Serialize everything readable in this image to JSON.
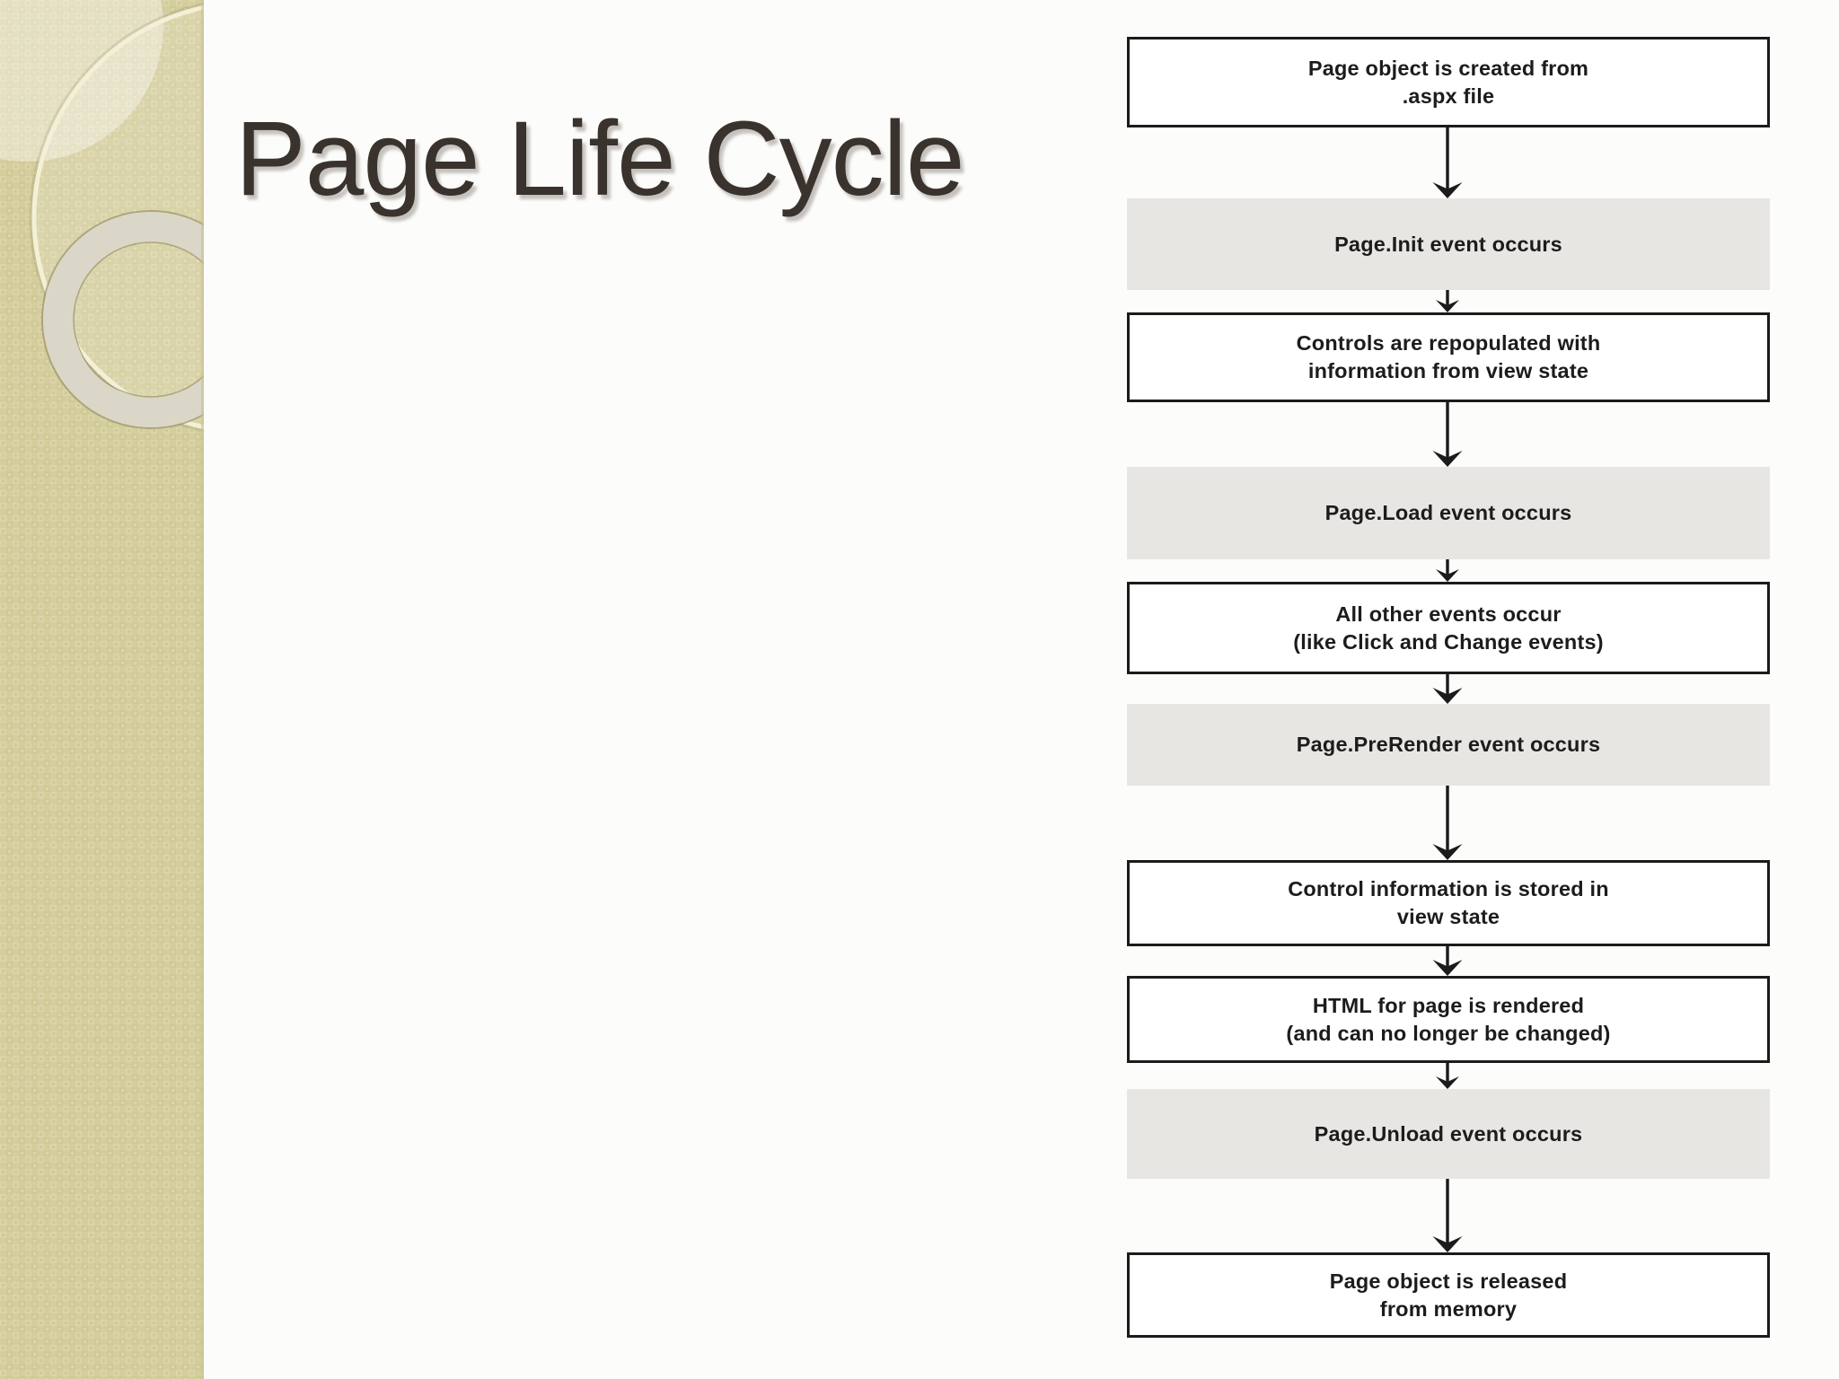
{
  "slide": {
    "title": "Page Life Cycle"
  },
  "flowchart": {
    "steps": [
      {
        "lines": [
          "Page object is created from",
          ".aspx file"
        ],
        "style": "plain"
      },
      {
        "lines": [
          "Page.Init event occurs"
        ],
        "style": "shaded"
      },
      {
        "lines": [
          "Controls are repopulated with",
          "information from view state"
        ],
        "style": "plain"
      },
      {
        "lines": [
          "Page.Load event occurs"
        ],
        "style": "shaded"
      },
      {
        "lines": [
          "All other events occur",
          "(like Click and Change events)"
        ],
        "style": "plain"
      },
      {
        "lines": [
          "Page.PreRender event occurs"
        ],
        "style": "shaded"
      },
      {
        "lines": [
          "Control information is stored in",
          "view state"
        ],
        "style": "plain"
      },
      {
        "lines": [
          "HTML for page is rendered",
          "(and can no longer be changed)"
        ],
        "style": "plain"
      },
      {
        "lines": [
          "Page.Unload event occurs"
        ],
        "style": "shaded"
      },
      {
        "lines": [
          "Page object is released",
          "from memory"
        ],
        "style": "plain"
      }
    ]
  },
  "colors": {
    "sidebar_tan": "#d4cd9e",
    "shaded_box": "#e8e6e3",
    "box_border": "#1b1b1b",
    "arrow": "#1b1b1b",
    "title_text": "#3a332d"
  }
}
